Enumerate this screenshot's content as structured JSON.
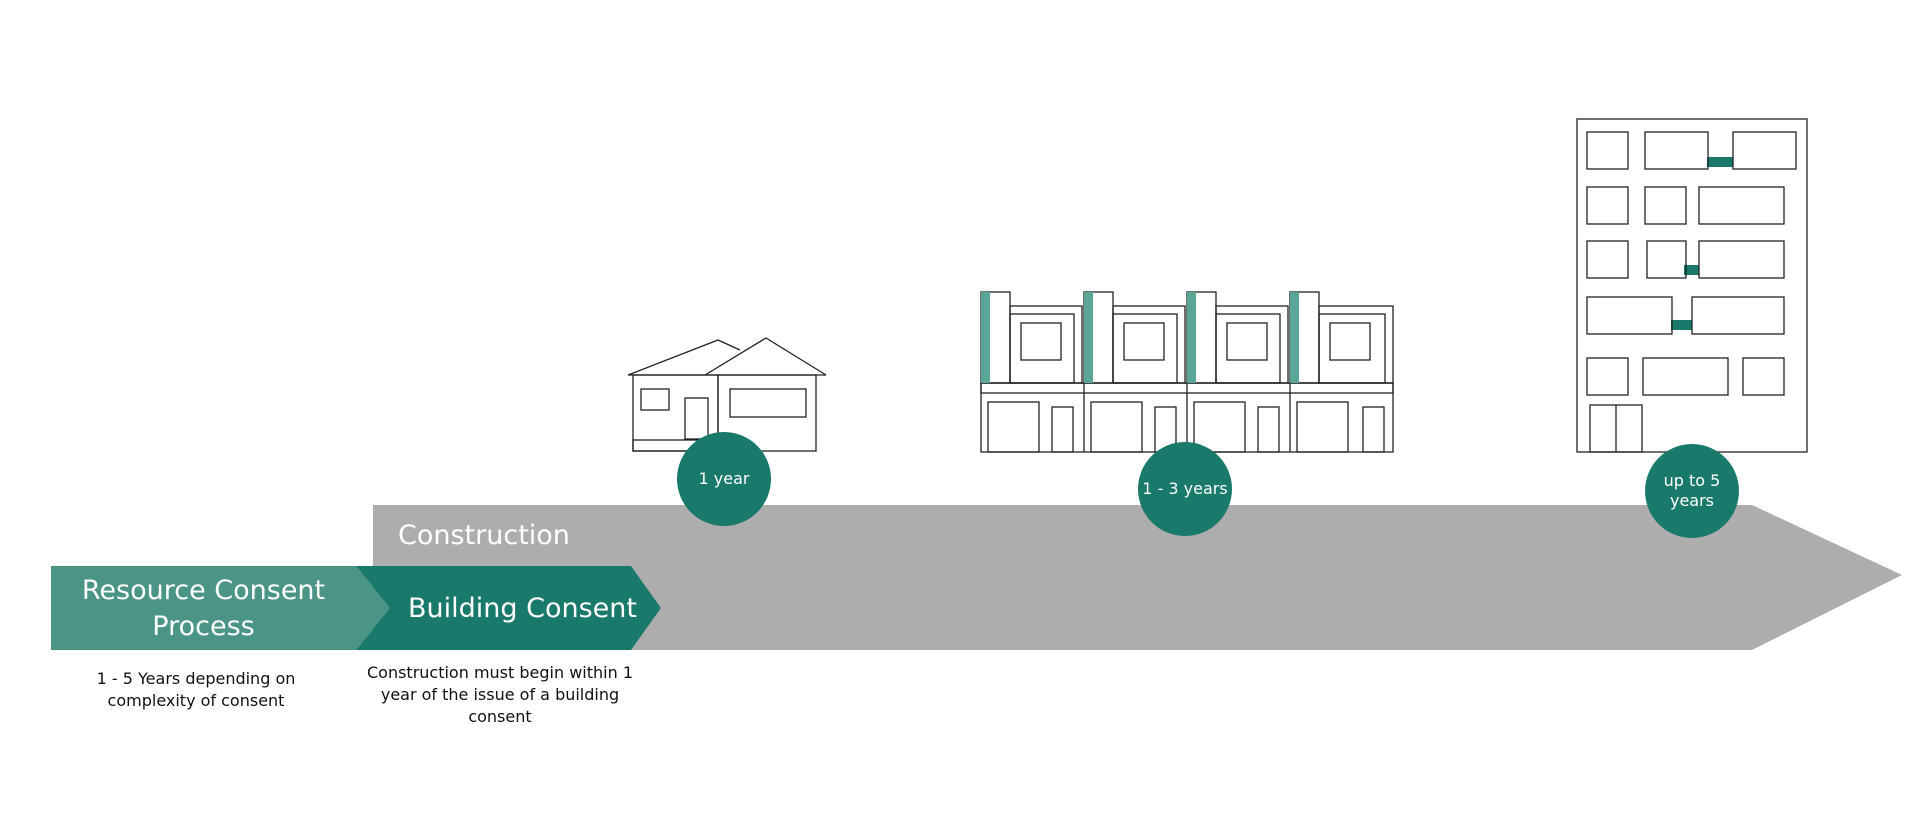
{
  "construction": {
    "title": "Construction"
  },
  "stages": {
    "resource": {
      "title_line1": "Resource Consent",
      "title_line2": "Process",
      "note_line1": "1 - 5 Years depending on",
      "note_line2": "complexity of consent"
    },
    "building": {
      "title": "Building Consent",
      "note_line1": "Construction must begin within 1",
      "note_line2": "year of the issue of a building",
      "note_line3": "consent"
    }
  },
  "durations": {
    "house": "1 year",
    "townhouses": "1 - 3 years",
    "apartment": "up to 5 years"
  },
  "colors": {
    "light_teal": "#4a9585",
    "dark_teal": "#19796a",
    "grey": "#adadad",
    "accent": "#5aa595"
  },
  "icons": [
    "house-icon",
    "townhouses-icon",
    "apartment-building-icon"
  ]
}
